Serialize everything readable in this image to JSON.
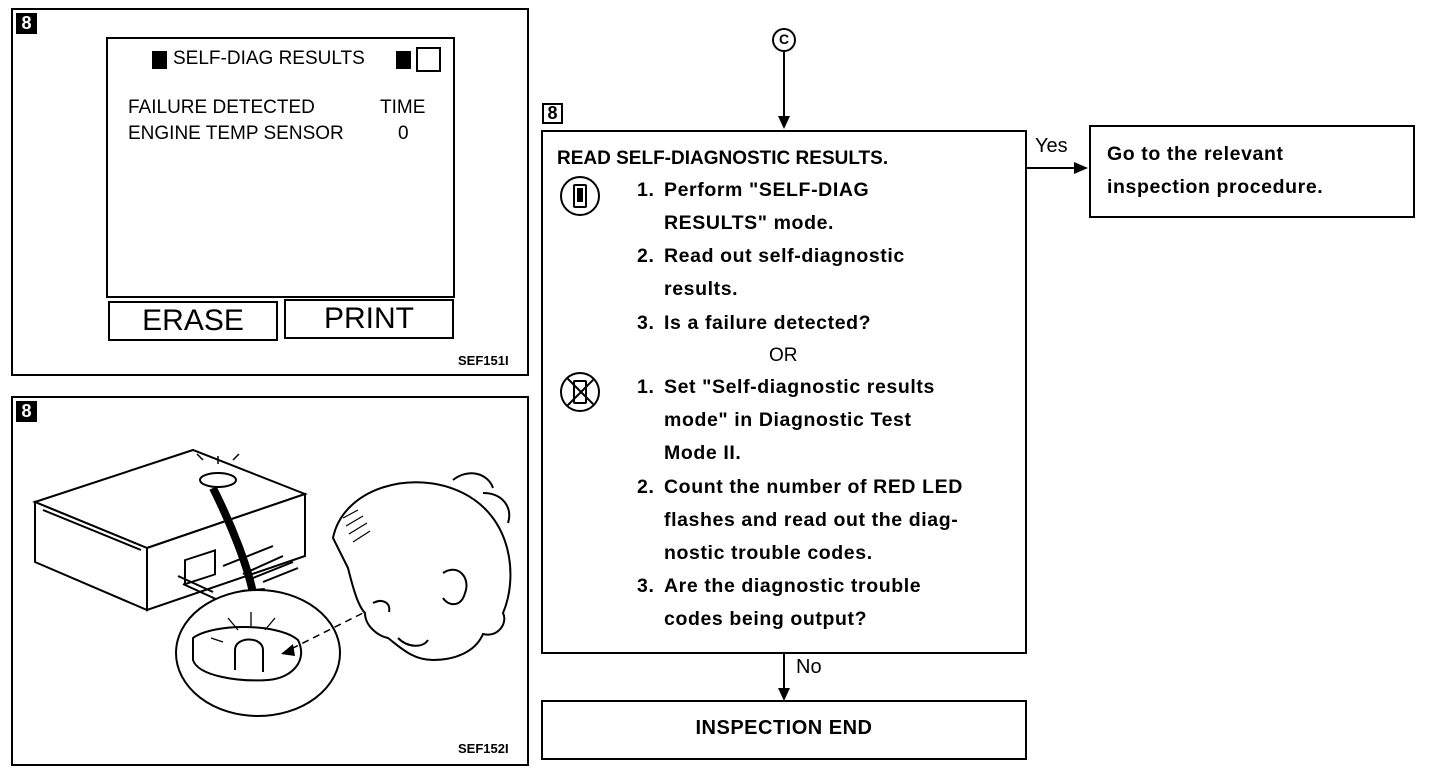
{
  "figure_top": {
    "badge": "8",
    "screen_title": "SELF-DIAG RESULTS",
    "col_failure": "FAILURE DETECTED",
    "col_time": "TIME",
    "row_item": "ENGINE TEMP SENSOR",
    "row_time": "0",
    "erase_label": "ERASE",
    "print_label": "PRINT",
    "code": "SEF151I"
  },
  "figure_bottom": {
    "badge": "8",
    "code": "SEF152I"
  },
  "flow": {
    "connector": "C",
    "badge": "8",
    "title": "READ SELF-DIAGNOSTIC RESULTS.",
    "consult_steps": [
      {
        "num": "1.",
        "lines": [
          "Perform \"SELF-DIAG",
          "RESULTS\" mode."
        ]
      },
      {
        "num": "2.",
        "lines": [
          "Read out self-diagnostic",
          "results."
        ]
      },
      {
        "num": "3.",
        "lines": [
          "Is a failure detected?"
        ]
      }
    ],
    "or_label": "OR",
    "led_steps": [
      {
        "num": "1.",
        "lines": [
          "Set \"Self-diagnostic results",
          "mode\" in Diagnostic Test",
          "Mode II."
        ]
      },
      {
        "num": "2.",
        "lines": [
          "Count the number of RED LED",
          "flashes and read out the diag-",
          "nostic trouble codes."
        ]
      },
      {
        "num": "3.",
        "lines": [
          "Are the diagnostic trouble",
          "codes being output?"
        ]
      }
    ],
    "yes_label": "Yes",
    "yes_box": [
      "Go to the relevant",
      "inspection procedure."
    ],
    "no_label": "No",
    "end_box": "INSPECTION END"
  },
  "icons": [
    "consult-tester-icon",
    "no-tester-icon",
    "ecm-unit-icon",
    "mechanic-face-icon",
    "red-led-icon"
  ]
}
